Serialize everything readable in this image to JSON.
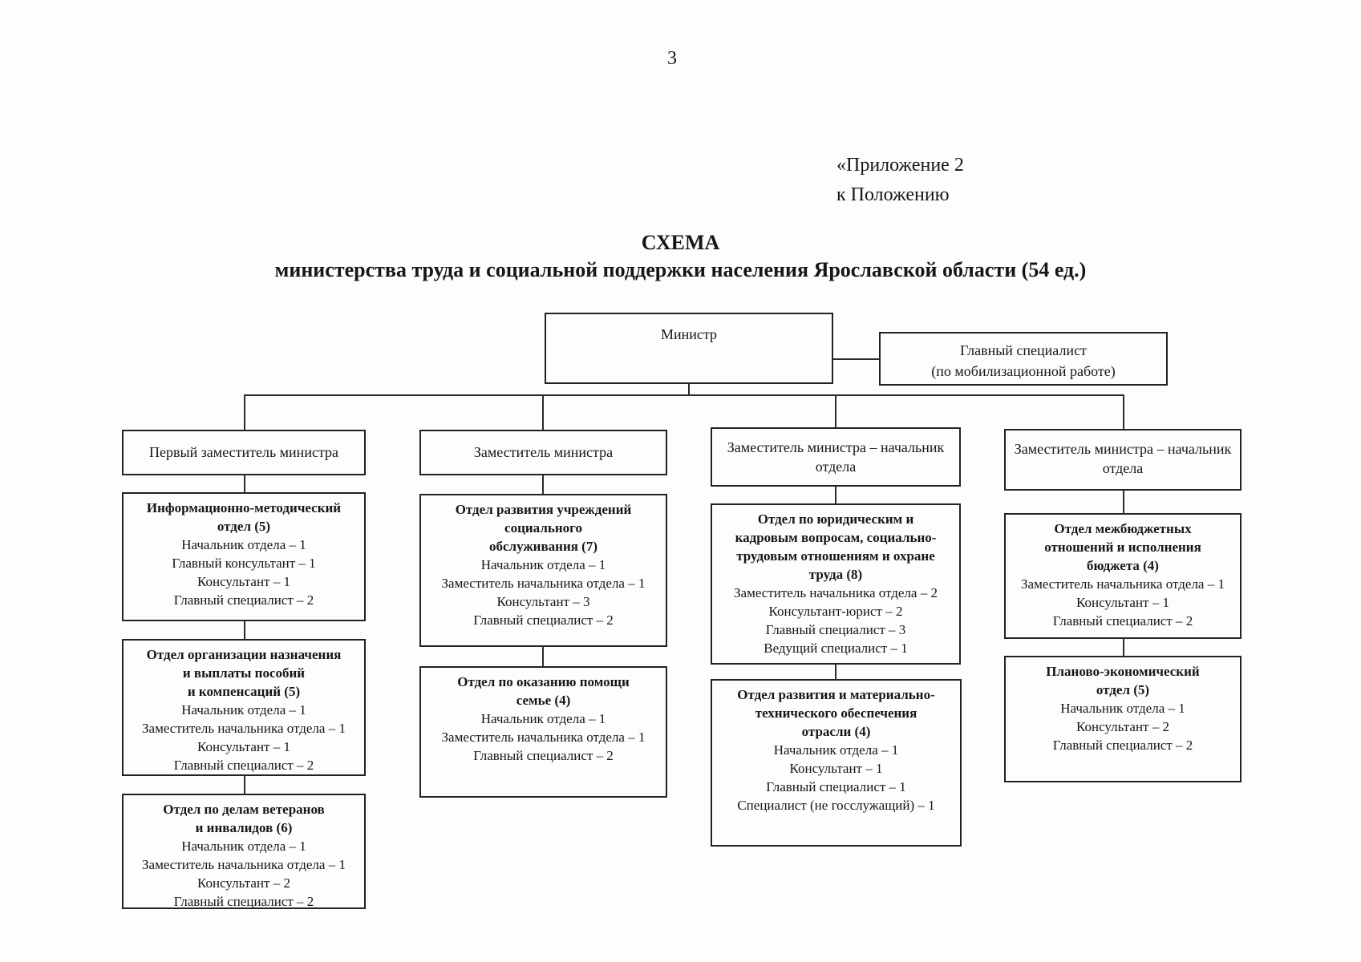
{
  "page": {
    "number": "3"
  },
  "annex": {
    "line1": "«Приложение 2",
    "line2": "к Положению"
  },
  "heading": {
    "title": "СХЕМА",
    "subtitle": "министерства труда и социальной поддержки населения Ярославской области (54 ед.)"
  },
  "top_level": {
    "minister": "Министр",
    "chief_specialist": {
      "line1": "Главный специалист",
      "line2": "(по мобилизационной работе)"
    }
  },
  "deputies": [
    {
      "label": "Первый заместитель министра"
    },
    {
      "label": "Заместитель министра"
    },
    {
      "label": "Заместитель министра – начальник отдела"
    },
    {
      "label": "Заместитель министра – начальник отдела"
    }
  ],
  "departments": {
    "col1": [
      {
        "title_lines": [
          "Информационно-методический",
          "отдел (5)"
        ],
        "staff": [
          "Начальник отдела – 1",
          "Главный консультант – 1",
          "Консультант – 1",
          "Главный специалист – 2"
        ]
      },
      {
        "title_lines": [
          "Отдел организации назначения",
          "и выплаты пособий",
          "и компенсаций (5)"
        ],
        "staff": [
          "Начальник отдела – 1",
          "Заместитель начальника отдела – 1",
          "Консультант – 1",
          "Главный специалист – 2"
        ]
      },
      {
        "title_lines": [
          "Отдел по делам ветеранов",
          "и инвалидов (6)"
        ],
        "staff": [
          "Начальник отдела – 1",
          "Заместитель начальника отдела – 1",
          "Консультант – 2",
          "Главный специалист – 2"
        ]
      }
    ],
    "col2": [
      {
        "title_lines": [
          "Отдел развития учреждений",
          "социального",
          "обслуживания (7)"
        ],
        "staff": [
          "Начальник отдела – 1",
          "Заместитель начальника отдела – 1",
          "Консультант – 3",
          "Главный специалист – 2"
        ]
      },
      {
        "title_lines": [
          "Отдел по оказанию помощи",
          "семье (4)"
        ],
        "staff": [
          "Начальник отдела – 1",
          "Заместитель начальника отдела – 1",
          "Главный специалист – 2"
        ]
      }
    ],
    "col3": [
      {
        "title_lines": [
          "Отдел по юридическим и",
          "кадровым вопросам, социально-",
          "трудовым отношениям и охране",
          "труда (8)"
        ],
        "staff": [
          "Заместитель начальника отдела – 2",
          "Консультант-юрист – 2",
          "Главный специалист – 3",
          "Ведущий специалист – 1"
        ]
      },
      {
        "title_lines": [
          "Отдел развития и материально-",
          "технического обеспечения",
          "отрасли (4)"
        ],
        "staff": [
          "Начальник отдела – 1",
          "Консультант – 1",
          "Главный специалист – 1",
          "Специалист (не госслужащий) – 1"
        ]
      }
    ],
    "col4": [
      {
        "title_lines": [
          "Отдел межбюджетных",
          "отношений и исполнения",
          "бюджета (4)"
        ],
        "staff": [
          "Заместитель начальника отдела – 1",
          "Консультант – 1",
          "Главный специалист – 2"
        ]
      },
      {
        "title_lines": [
          "Планово-экономический",
          "отдел (5)"
        ],
        "staff": [
          "Начальник отдела – 1",
          "Консультант – 2",
          "Главный специалист – 2"
        ]
      }
    ]
  }
}
